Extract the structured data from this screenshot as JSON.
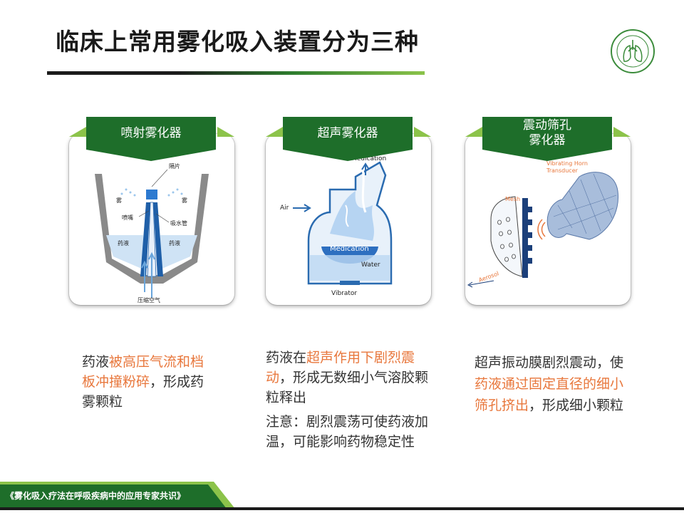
{
  "slide": {
    "title": "临床上常用雾化吸入装置分为三种",
    "footer": "《雾化吸入疗法在呼吸疾病中的应用专家共识》"
  },
  "colors": {
    "tab_green": "#1e6e2a",
    "accent_light_green": "#8cc34a",
    "highlight_orange": "#e8773c"
  },
  "devices": [
    {
      "tab": "喷射雾化器",
      "diagram_labels": {
        "baffle": "隔片",
        "mist_left": "雾",
        "mist_right": "雾",
        "nozzle": "喷嘴",
        "suction_tube": "吸水管",
        "liquid_left": "药液",
        "liquid_right": "药液",
        "air": "压缩空气"
      },
      "desc_plain_1": "药液",
      "desc_hl_1": "被高压气流和档板冲撞粉碎",
      "desc_plain_2": "，形成药雾颗粒"
    },
    {
      "tab": "超声雾化器",
      "diagram_labels": {
        "medication_top": "Medication",
        "air": "Air",
        "medication": "Medication",
        "water": "Water",
        "vibrator": "Vibrator"
      },
      "desc_plain_1": "药液在",
      "desc_hl_1": "超声作用下剧烈震动",
      "desc_plain_2": "，形成无数细小气溶胶颗粒释出",
      "note": "注意：剧烈震荡可使药液加温，可能影响药物稳定性"
    },
    {
      "tab_line1": "震动筛孔",
      "tab_line2": "雾化器",
      "diagram_labels": {
        "horn": "Vibrating Horn",
        "transducer": "Transducer",
        "mesh": "Mesh",
        "aerosol": "Aerosol"
      },
      "desc_plain_1": "超声振动膜剧烈震动，使",
      "desc_hl_1": "药液通过固定直径的细小筛孔挤出",
      "desc_plain_2": "，形成细小颗粒"
    }
  ]
}
